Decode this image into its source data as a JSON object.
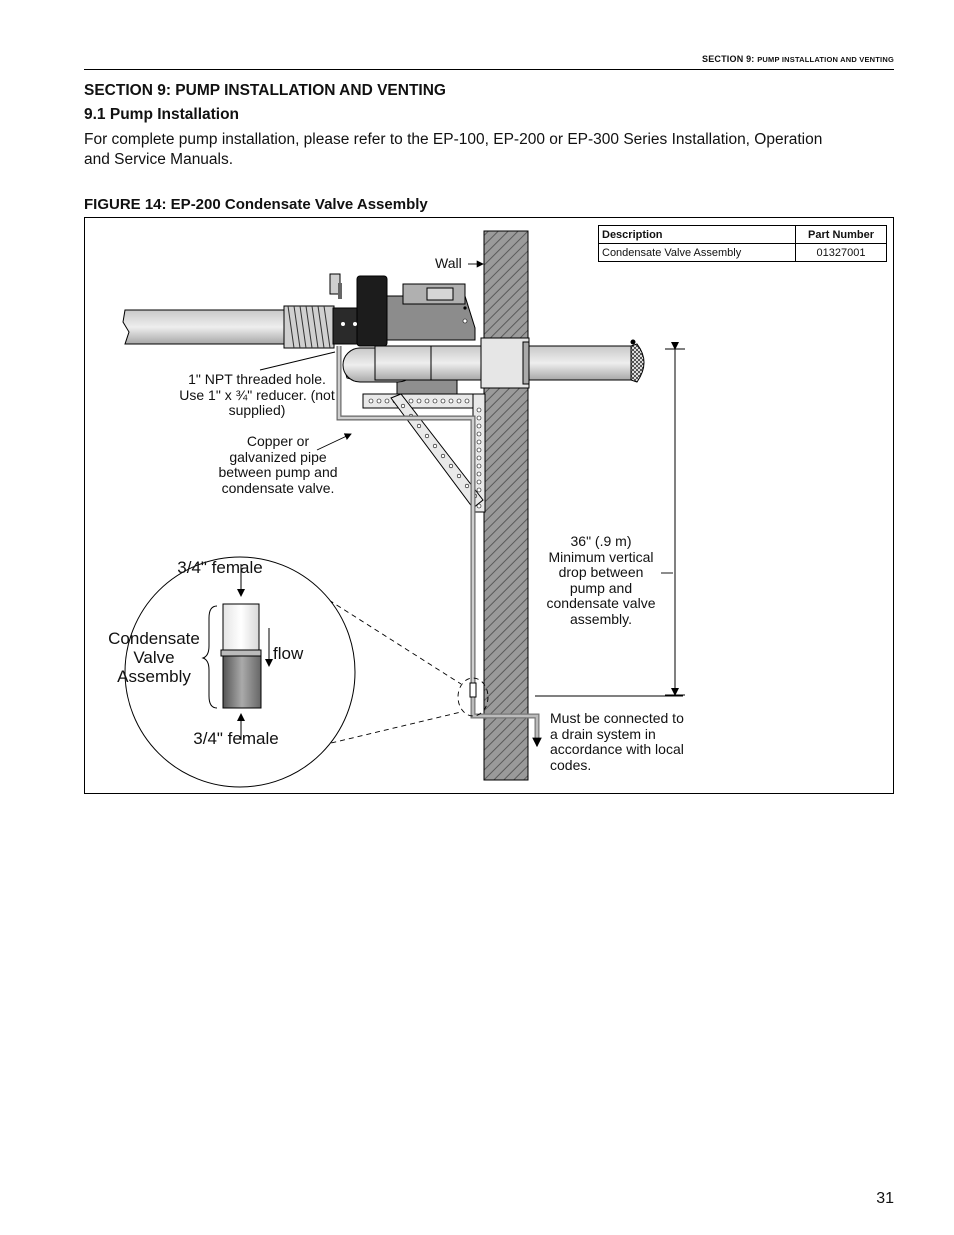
{
  "header": {
    "running_head_prefix": "SECTION 9: ",
    "running_head_rest": "PUMP INSTALLATION AND VENTING"
  },
  "section": {
    "title": "SECTION 9: PUMP INSTALLATION AND VENTING",
    "subsection_title": "9.1 Pump Installation",
    "paragraph": "For complete pump installation, please refer to the EP-100, EP-200 or EP-300 Series Installation, Operation and Service Manuals."
  },
  "figure": {
    "title": "FIGURE 14: EP-200 Condensate Valve Assembly",
    "table": {
      "headers": [
        "Description",
        "Part Number"
      ],
      "rows": [
        [
          "Condensate Valve Assembly",
          "01327001"
        ]
      ]
    },
    "labels": {
      "wall": "Wall",
      "npt_hole": "1\" NPT threaded hole. Use 1\" x ¾\" reducer. (not supplied)",
      "copper_pipe": "Copper or galvanized pipe between pump and condensate valve.",
      "vertical_drop": "36\" (.9 m) Minimum vertical drop between pump and condensate valve assembly.",
      "drain": "Must be connected to a drain system in accordance with local codes.",
      "female_top": "3/4\" female",
      "female_bottom": "3/4\" female",
      "valve_assembly": "Condensate Valve Assembly",
      "flow": "flow"
    }
  },
  "page_number": "31"
}
